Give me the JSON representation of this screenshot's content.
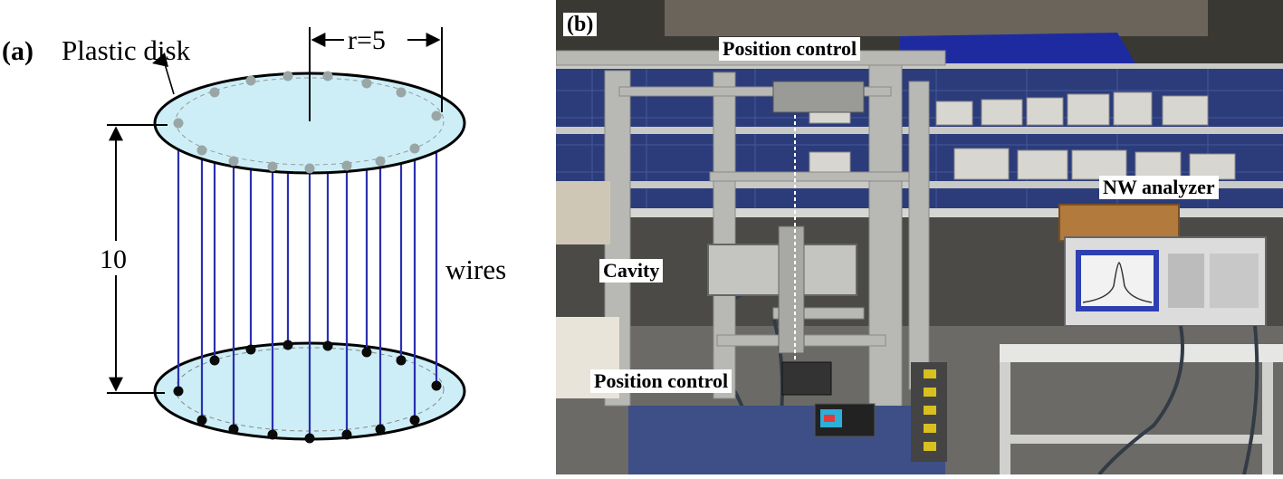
{
  "panel_a": {
    "letter": "(a)",
    "disk_label": "Plastic disk",
    "radius_label": "r=5",
    "height_label": "10",
    "wires_label": "wires"
  },
  "panel_b": {
    "letter": "(b)",
    "position_control_top": "Position control",
    "position_control_bottom": "Position control",
    "cavity": "Cavity",
    "nw_analyzer": "NW analyzer"
  },
  "colors": {
    "disk_fill": "#cdeef6",
    "wire": "#2a2fb0",
    "top_dots": "#9aa6a6",
    "bottom_dots": "#0a0a0a"
  }
}
